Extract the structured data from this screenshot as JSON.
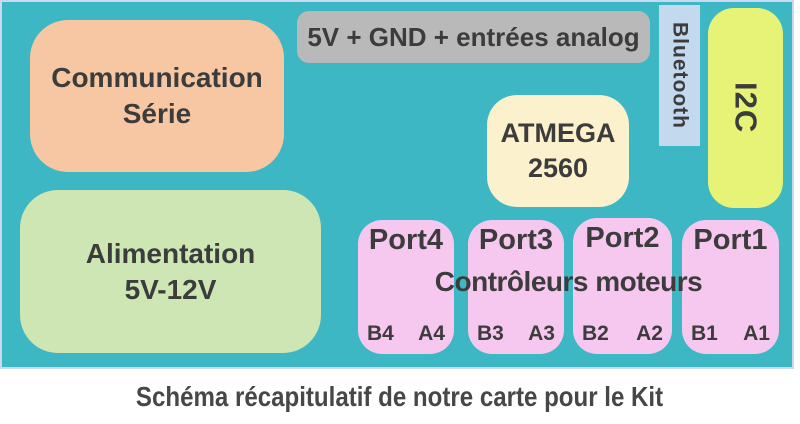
{
  "board": {
    "background_color": "#3cb7c3",
    "border_color": "#c9daf0",
    "text_color": "#3c3c3c",
    "blocks": {
      "communication": {
        "label_line1": "Communication",
        "label_line2": "Série",
        "color": "#f6c7a2"
      },
      "alimentation": {
        "label_line1": "Alimentation",
        "label_line2": "5V-12V",
        "color": "#cee6b4"
      },
      "analog_header": {
        "label": "5V + GND + entrées analog",
        "color": "#b9b9ba"
      },
      "bluetooth": {
        "label": "Bluetooth",
        "color": "#c2d9ee"
      },
      "i2c": {
        "label": "I2C",
        "color": "#e7f376"
      },
      "atmega": {
        "label_line1": "ATMEGA",
        "label_line2": "2560",
        "color": "#fbf1cd"
      },
      "motor_controllers": {
        "label": "Contrôleurs moteurs",
        "color": "#f7c8ef",
        "ports": [
          {
            "name": "Port4",
            "pin_b": "B4",
            "pin_a": "A4"
          },
          {
            "name": "Port3",
            "pin_b": "B3",
            "pin_a": "A3"
          },
          {
            "name": "Port2",
            "pin_b": "B2",
            "pin_a": "A2"
          },
          {
            "name": "Port1",
            "pin_b": "B1",
            "pin_a": "A1"
          }
        ]
      }
    }
  },
  "caption": "Schéma récapitulatif de notre carte pour le Kit"
}
